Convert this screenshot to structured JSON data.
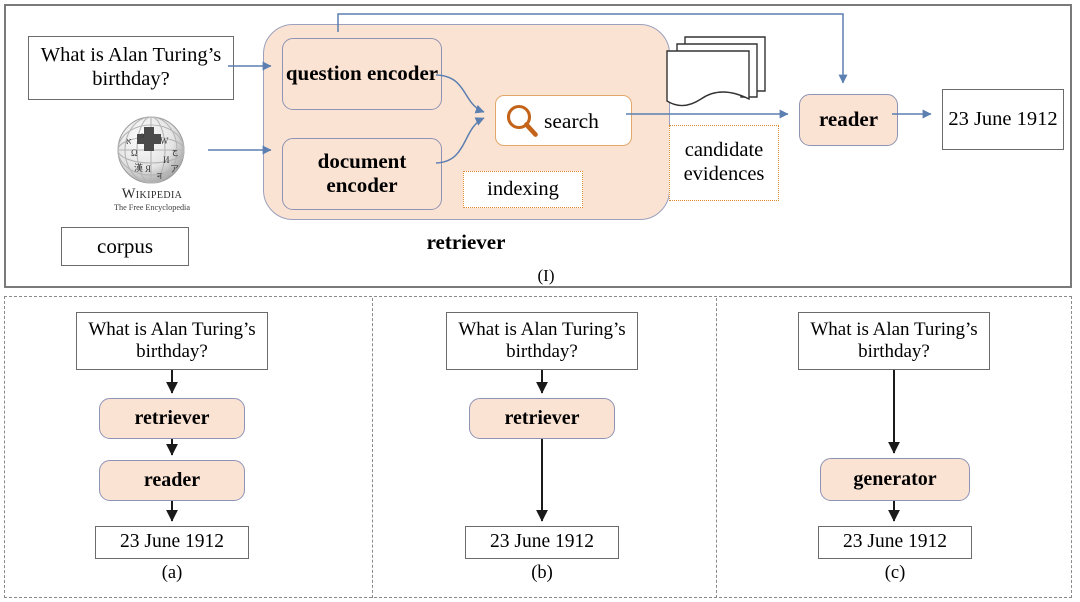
{
  "figure": {
    "panel_one": {
      "caption": "(I)",
      "question_box": "What is Alan Turing’s birthday?",
      "corpus_label": "corpus",
      "wikipedia": {
        "wordmark": "Wikipedia",
        "tagline": "The Free Encyclopedia",
        "icon": "wikipedia-globe-icon"
      },
      "retriever_label": "retriever",
      "question_encoder": "question encoder",
      "document_encoder": "document encoder",
      "search_label": "search",
      "search_icon": "magnifier-icon",
      "indexing_label": "indexing",
      "documents_icon": "document-stack-icon",
      "candidate_label": "candidate evidences",
      "reader_label": "reader",
      "answer_box": "23 June 1912"
    },
    "panel_two": {
      "subfigures": [
        {
          "caption": "(a)",
          "question": "What is Alan Turing’s birthday?",
          "modules": [
            "retriever",
            "reader"
          ],
          "answer": "23 June 1912"
        },
        {
          "caption": "(b)",
          "question": "What is Alan Turing’s birthday?",
          "modules": [
            "retriever"
          ],
          "answer": "23 June 1912"
        },
        {
          "caption": "(c)",
          "question": "What is Alan Turing’s birthday?",
          "modules": [
            "generator"
          ],
          "answer": "23 June 1912"
        }
      ]
    },
    "colors": {
      "module_fill": "#fbe3d4",
      "module_border": "#8e93b4",
      "arrow_blue": "#5b7fb0",
      "arrow_black": "#1a1a1a",
      "accent_orange": "#c4641a",
      "dotted_border": "#e08a2e",
      "panel_border": "#7a7a7a"
    }
  }
}
